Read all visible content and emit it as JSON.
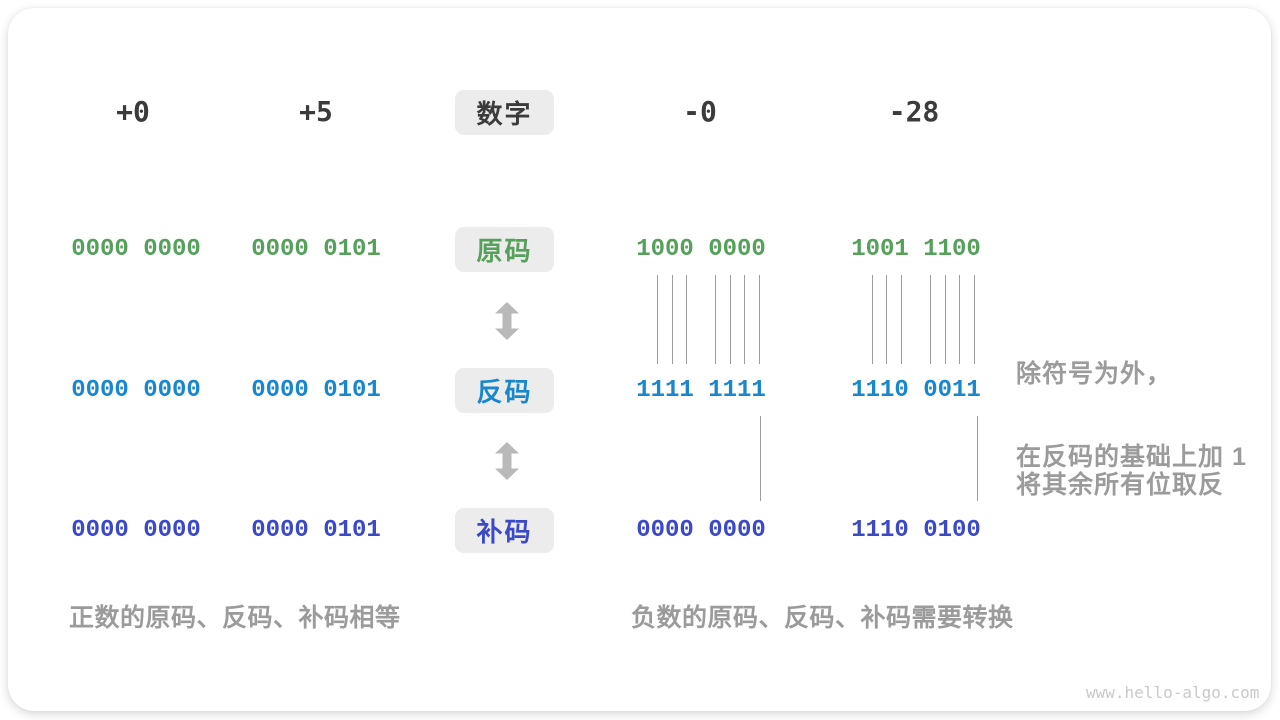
{
  "header": {
    "columns": [
      "+0",
      "+5",
      "-0",
      "-28"
    ],
    "center_label": "数字"
  },
  "rows": [
    {
      "name": "sign-magnitude",
      "label": "原码",
      "values": [
        "0000 0000",
        "0000 0101",
        "1000 0000",
        "1001 1100"
      ]
    },
    {
      "name": "ones-complement",
      "label": "反码",
      "values": [
        "0000 0000",
        "0000 0101",
        "1111 1111",
        "1110 0011"
      ]
    },
    {
      "name": "twos-complement",
      "label": "补码",
      "values": [
        "0000 0000",
        "0000 0101",
        "0000 0000",
        "1110 0100"
      ]
    }
  ],
  "annotations": {
    "invert_line1": "除符号为外，",
    "invert_line2": "将其余所有位取反",
    "add_one": "在反码的基础上加 1",
    "caption_positive": "正数的原码、反码、补码相等",
    "caption_negative": "负数的原码、反码、补码需要转换"
  },
  "watermark": "www.hello-algo.com",
  "colors": {
    "sign_magnitude": "#55a05a",
    "ones_complement": "#1987cd",
    "twos_complement": "#3c49c6",
    "heading_text": "#3b3b3b",
    "note_text": "#9b9b9b",
    "label_box_bg": "#ececec",
    "tick_line": "#9c9c9c",
    "arrow": "#b9b9b9",
    "watermark": "#c9c9c9"
  }
}
